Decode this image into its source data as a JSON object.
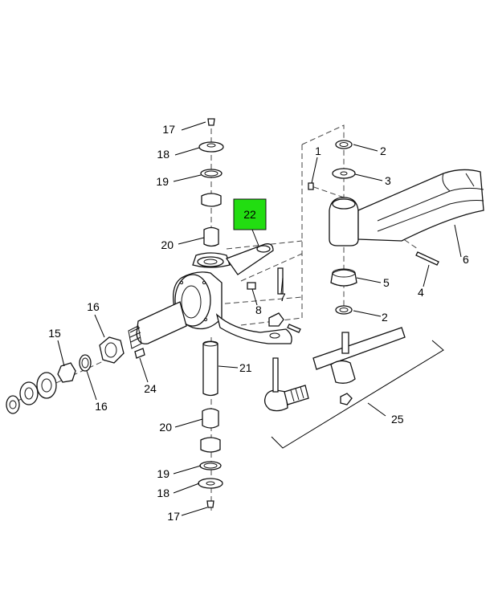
{
  "diagram": {
    "highlight": {
      "label": "22",
      "color": "#22dd11"
    },
    "callouts": [
      {
        "id": "c17a",
        "label": "17"
      },
      {
        "id": "c18a",
        "label": "18"
      },
      {
        "id": "c19a",
        "label": "19"
      },
      {
        "id": "c20a",
        "label": "20"
      },
      {
        "id": "c1",
        "label": "1"
      },
      {
        "id": "c2a",
        "label": "2"
      },
      {
        "id": "c3",
        "label": "3"
      },
      {
        "id": "c6",
        "label": "6"
      },
      {
        "id": "c4",
        "label": "4"
      },
      {
        "id": "c5",
        "label": "5"
      },
      {
        "id": "c2b",
        "label": "2"
      },
      {
        "id": "c7",
        "label": "7"
      },
      {
        "id": "c8",
        "label": "8"
      },
      {
        "id": "c16a",
        "label": "16"
      },
      {
        "id": "c15",
        "label": "15"
      },
      {
        "id": "c16b",
        "label": "16"
      },
      {
        "id": "c24",
        "label": "24"
      },
      {
        "id": "c21",
        "label": "21"
      },
      {
        "id": "c25",
        "label": "25"
      },
      {
        "id": "c20b",
        "label": "20"
      },
      {
        "id": "c19b",
        "label": "19"
      },
      {
        "id": "c18b",
        "label": "18"
      },
      {
        "id": "c17b",
        "label": "17"
      }
    ]
  }
}
